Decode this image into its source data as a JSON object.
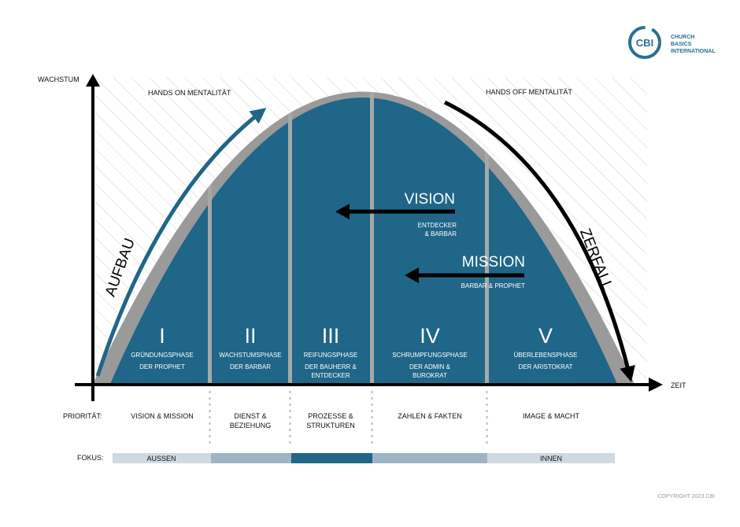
{
  "logo": {
    "mark": "CBI",
    "line1": "CHURCH",
    "line2": "BASICS",
    "line3": "INTERNATIONAL"
  },
  "axes": {
    "y_label": "WACHSTUM",
    "x_label": "ZEIT"
  },
  "mentality": {
    "hands_on": "HANDS ON MENTALITÄT",
    "hands_off": "HANDS OFF MENTALITÄT"
  },
  "arrows": {
    "rise": "AUFBAU",
    "decline": "ZERFALL"
  },
  "vision": {
    "title": "VISION",
    "sub1": "ENTDECKER",
    "sub2": "& BARBAR"
  },
  "mission": {
    "title": "MISSION",
    "sub": "BARBAR & PROPHET"
  },
  "phases": [
    {
      "numeral": "I",
      "name": "GRÜNDUNGSPHASE",
      "role1": "DER PROPHET",
      "role2": "",
      "priority1": "VISION & MISSION",
      "priority2": ""
    },
    {
      "numeral": "II",
      "name": "WACHSTUMSPHASE",
      "role1": "DER BARBAR",
      "role2": "",
      "priority1": "DIENST &",
      "priority2": "BEZIEHUNG"
    },
    {
      "numeral": "III",
      "name": "REIFUNGSPHASE",
      "role1": "DER BAUHERR &",
      "role2": "ENTDECKER",
      "priority1": "PROZESSE &",
      "priority2": "STRUKTUREN"
    },
    {
      "numeral": "IV",
      "name": "SCHRUMPFUNGSPHASE",
      "role1": "DER ADMIN &",
      "role2": "BUROKRAT",
      "priority1": "ZAHLEN & FAKTEN",
      "priority2": ""
    },
    {
      "numeral": "V",
      "name": "ÜBERLEBENSPHASE",
      "role1": "DER ARISTOKRAT",
      "role2": "",
      "priority1": "IMAGE & MACHT",
      "priority2": ""
    }
  ],
  "rows": {
    "priority_label": "PRIORITÄT:",
    "focus_label": "FOKUS:"
  },
  "focus": {
    "outer": "AUSSEN",
    "inner": "INNEN"
  },
  "colors": {
    "primary": "#1f6688",
    "curve_edge": "#9a9a9a",
    "divider": "#a8a8a8",
    "hatch": "#d6d6d6",
    "focus_light": "#d0d9e1",
    "focus_mid": "#9fb4c4",
    "focus_dark": "#1f6688",
    "logo": "#2c6f90"
  },
  "copyright": "COPYRIGHT 2023 CBI"
}
